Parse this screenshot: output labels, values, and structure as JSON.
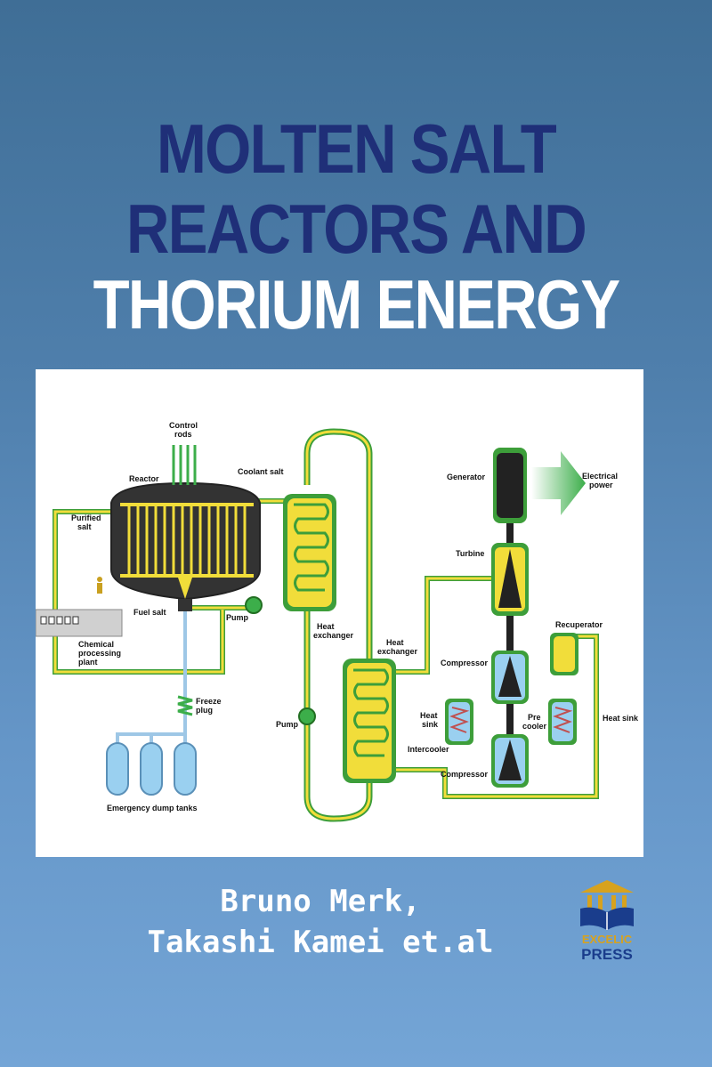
{
  "cover": {
    "title_line1": "MOLTEN SALT",
    "title_line2": "REACTORS AND",
    "title_line3": "THORIUM ENERGY",
    "colors": {
      "title_dark": "#1f2f78",
      "title_light": "#ffffff",
      "background_top": "#3f6e96",
      "background_bottom": "#74a5d6"
    }
  },
  "diagram": {
    "labels": {
      "control_rods": "Control rods",
      "control_rods_1": "Control",
      "control_rods_2": "rods",
      "reactor": "Reactor",
      "coolant_salt": "Coolant salt",
      "purified_salt_1": "Purified",
      "purified_salt_2": "salt",
      "fuel_salt": "Fuel salt",
      "pump_upper": "Pump",
      "pump_lower": "Pump",
      "heat_exchanger_1a": "Heat",
      "heat_exchanger_1b": "exchanger",
      "heat_exchanger_2a": "Heat",
      "heat_exchanger_2b": "exchanger",
      "chemical_1": "Chemical",
      "chemical_2": "processing",
      "chemical_3": "plant",
      "freeze_plug_1": "Freeze",
      "freeze_plug_2": "plug",
      "emergency_dump_tanks": "Emergency dump tanks",
      "generator": "Generator",
      "electrical_power_1": "Electrical",
      "electrical_power_2": "power",
      "turbine": "Turbine",
      "recuperator": "Recuperator",
      "compressor_upper": "Compressor",
      "compressor_lower": "Compressor",
      "heat_sink_left_1": "Heat",
      "heat_sink_left_2": "sink",
      "pre_cooler_1": "Pre",
      "pre_cooler_2": "cooler",
      "heat_sink_right": "Heat sink",
      "intercooler": "Intercooler"
    }
  },
  "authors": {
    "line1": "Bruno Merk,",
    "line2": "Takashi Kamei et.al"
  },
  "publisher": {
    "name_line1": "EXCELIC",
    "name_line2": "PRESS",
    "icon": "book-temple-icon",
    "colors": {
      "gold": "#d7a21e",
      "blue": "#1a3d8c"
    }
  }
}
